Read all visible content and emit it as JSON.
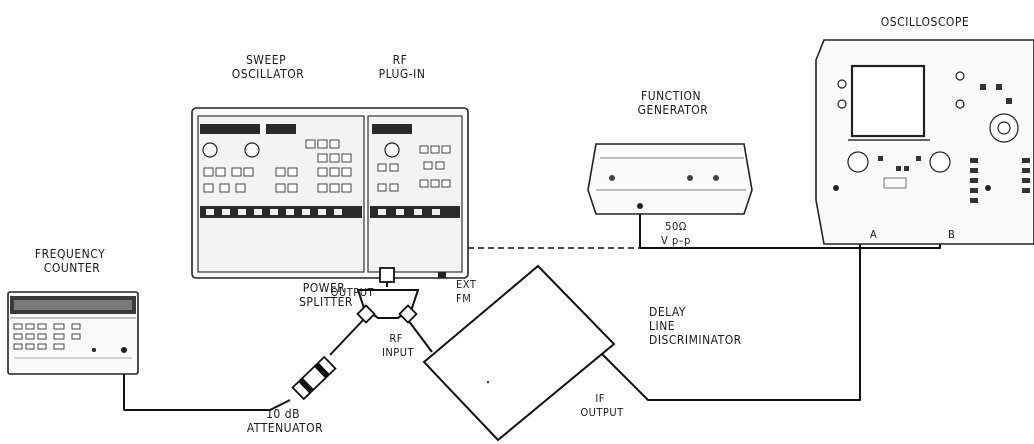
{
  "labels": {
    "sweep_oscillator": [
      "SWEEP",
      "OSCILLATOR"
    ],
    "rf_plugin": [
      "RF",
      "PLUG-IN"
    ],
    "function_generator": [
      "FUNCTION",
      "GENERATOR"
    ],
    "oscilloscope": "OSCILLOSCOPE",
    "frequency_counter": [
      "FREQUENCY",
      "COUNTER"
    ],
    "power_splitter": [
      "POWER",
      "SPLITTER"
    ],
    "delay_line_discriminator": [
      "DELAY",
      "LINE",
      "DISCRIMINATOR"
    ],
    "attenuator": [
      "10 dB",
      "ATTENUATOR"
    ],
    "output": "OUTPUT",
    "ext_fm": [
      "EXT",
      "FM"
    ],
    "fg_impedance": "50Ω",
    "fg_vpp": "V p–p",
    "rf_input": [
      "RF",
      "INPUT"
    ],
    "if_output": [
      "IF",
      "OUTPUT"
    ],
    "scope_channel_a": "A",
    "scope_channel_b": "B"
  }
}
